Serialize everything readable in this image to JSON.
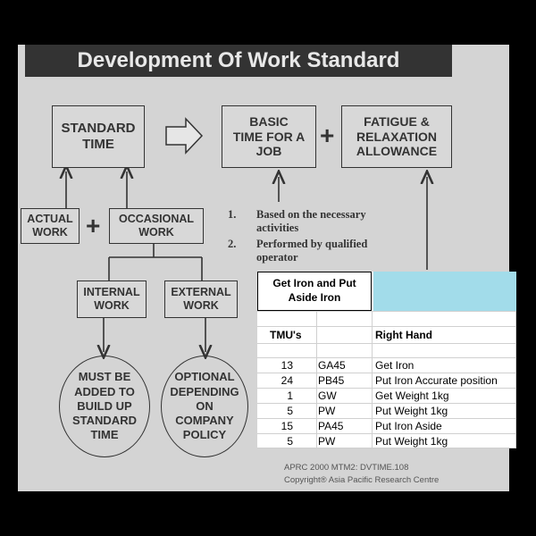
{
  "title": "Development Of Work Standard",
  "boxes": {
    "standard_time": "STANDARD\nTIME",
    "basic_time": "BASIC\nTIME FOR A\nJOB",
    "fatigue": "FATIGUE &\nRELAXATION\nALLOWANCE",
    "actual_work": "ACTUAL\nWORK",
    "occasional_work": "OCCASIONAL\nWORK",
    "internal_work": "INTERNAL\nWORK",
    "external_work": "EXTERNAL\nWORK",
    "must_be_added": "MUST BE\nADDED TO\nBUILD UP\nSTANDARD\nTIME",
    "optional": "OPTIONAL\nDEPENDING\nON\nCOMPANY\nPOLICY"
  },
  "plus": "+",
  "notes": [
    {
      "num": "1.",
      "text": "Based on the necessary activities"
    },
    {
      "num": "2.",
      "text": "Performed by qualified operator"
    }
  ],
  "footer": {
    "line1": "APRC 2000 MTM2: DVTIME.108",
    "line2": "Copyright® Asia Pacific Research Centre"
  },
  "sheet": {
    "title": "Get Iron and Put\nAside Iron",
    "col_tmu": "TMU's",
    "col_right_hand": "Right Hand",
    "rows": [
      {
        "tmu": "13",
        "code": "GA45",
        "action": "Get Iron"
      },
      {
        "tmu": "24",
        "code": "PB45",
        "action": "Put Iron Accurate position"
      },
      {
        "tmu": "1",
        "code": "GW",
        "action": "Get Weight 1kg"
      },
      {
        "tmu": "5",
        "code": "PW",
        "action": "Put Weight 1kg"
      },
      {
        "tmu": "15",
        "code": "PA45",
        "action": "Put Iron Aside"
      },
      {
        "tmu": "5",
        "code": "PW",
        "action": "Put Weight 1kg"
      }
    ]
  }
}
